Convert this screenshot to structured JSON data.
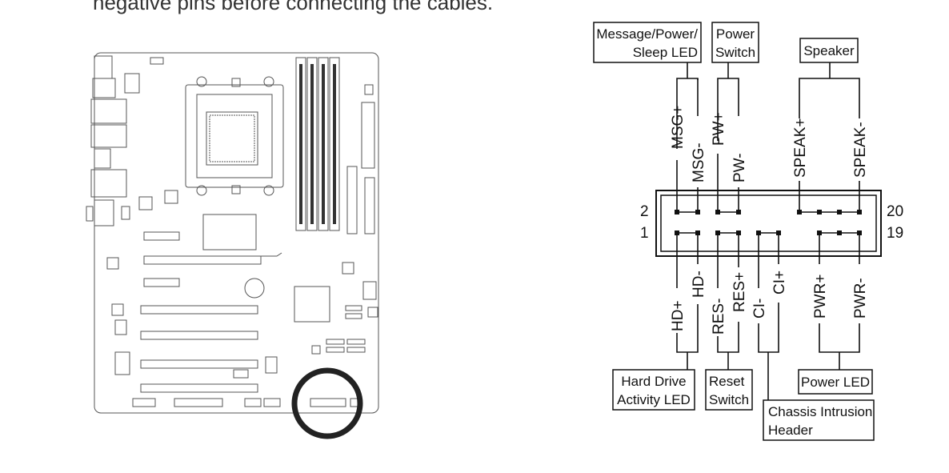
{
  "header": {
    "text": "negative pins before connecting the cables."
  },
  "labels": {
    "msg_power_sleep_led": [
      "Message/Power/",
      "Sleep LED"
    ],
    "power_switch": [
      "Power",
      "Switch"
    ],
    "speaker": "Speaker",
    "hard_drive_led": [
      "Hard Drive",
      "Activity LED"
    ],
    "reset_switch": [
      "Reset",
      "Switch"
    ],
    "power_led": "Power LED",
    "chassis_intrusion": [
      "Chassis Intrusion",
      "Header"
    ]
  },
  "pins_top": [
    "MSG+",
    "MSG-",
    "PW+",
    "PW-",
    "SPEAK+",
    "SPEAK-"
  ],
  "pins_bottom": [
    "HD+",
    "HD-",
    "RES-",
    "RES+",
    "CI-",
    "CI+",
    "PWR+",
    "PWR-"
  ],
  "pin_numbers": {
    "top_left": "2",
    "top_right": "20",
    "bottom_left": "1",
    "bottom_right": "19"
  }
}
